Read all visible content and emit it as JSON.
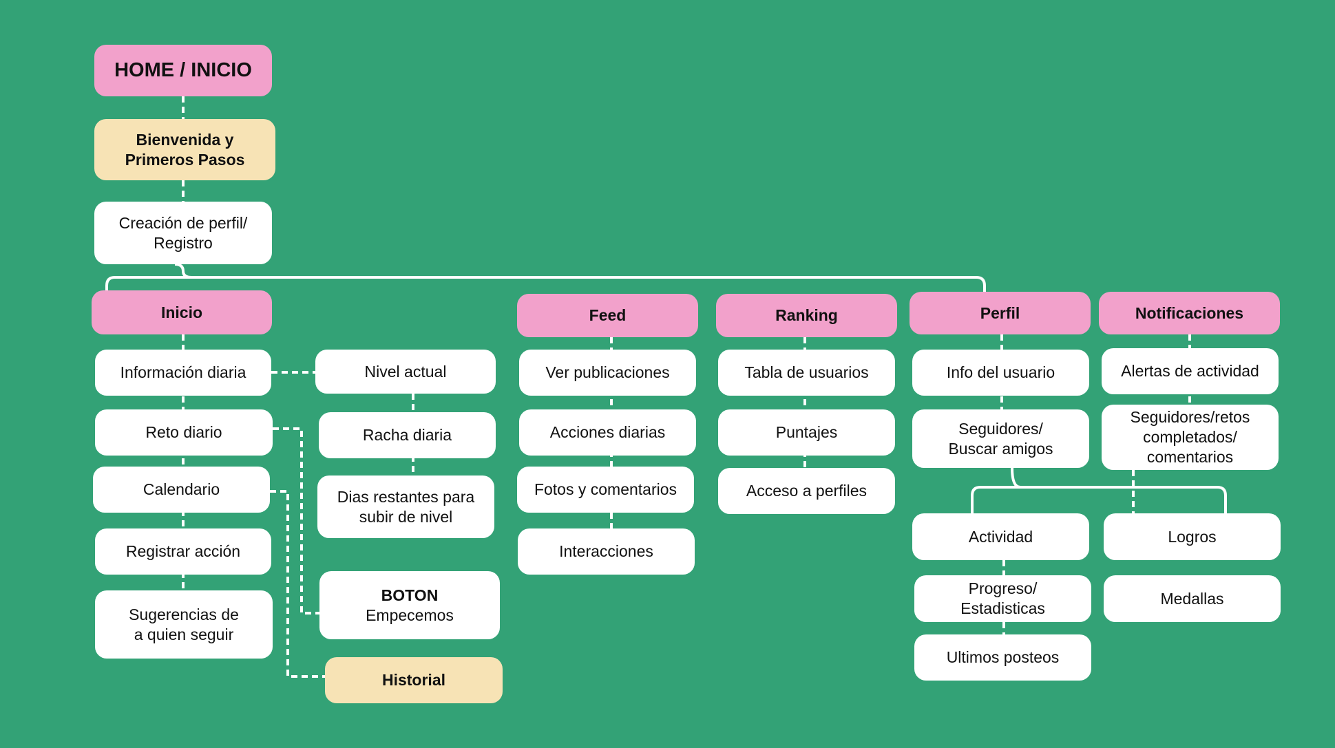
{
  "colors": {
    "background": "#33a276",
    "section_header": "#f2a1cb",
    "highlight": "#f7e3b5",
    "box": "#ffffff",
    "connector": "#ffffff"
  },
  "root": {
    "home": "HOME / INICIO",
    "welcome": "Bienvenida y\nPrimeros Pasos",
    "profile_creation": "Creación de perfil/\nRegistro"
  },
  "inicio": {
    "header": "Inicio",
    "items": [
      "Información diaria",
      "Reto diario",
      "Calendario",
      "Registrar acción",
      "Sugerencias de\na quien seguir"
    ],
    "side": {
      "nivel_actual": "Nivel actual",
      "racha_diaria": "Racha diaria",
      "dias_restantes": "Dias restantes para\nsubir de nivel",
      "boton_title": "BOTON",
      "boton_label": "Empecemos",
      "historial": "Historial"
    }
  },
  "feed": {
    "header": "Feed",
    "items": [
      "Ver publicaciones",
      "Acciones diarias",
      "Fotos y comentarios",
      "Interacciones"
    ]
  },
  "ranking": {
    "header": "Ranking",
    "items": [
      "Tabla de usuarios",
      "Puntajes",
      "Acceso a perfiles"
    ]
  },
  "perfil": {
    "header": "Perfil",
    "items": [
      "Info del usuario",
      "Seguidores/\nBuscar amigos"
    ],
    "actividad": [
      "Actividad",
      "Progreso/\nEstadisticas",
      "Ultimos posteos"
    ],
    "logros": [
      "Logros",
      "Medallas"
    ]
  },
  "notificaciones": {
    "header": "Notificaciones",
    "items": [
      "Alertas de actividad",
      "Seguidores/retos\ncompletados/\ncomentarios"
    ]
  }
}
